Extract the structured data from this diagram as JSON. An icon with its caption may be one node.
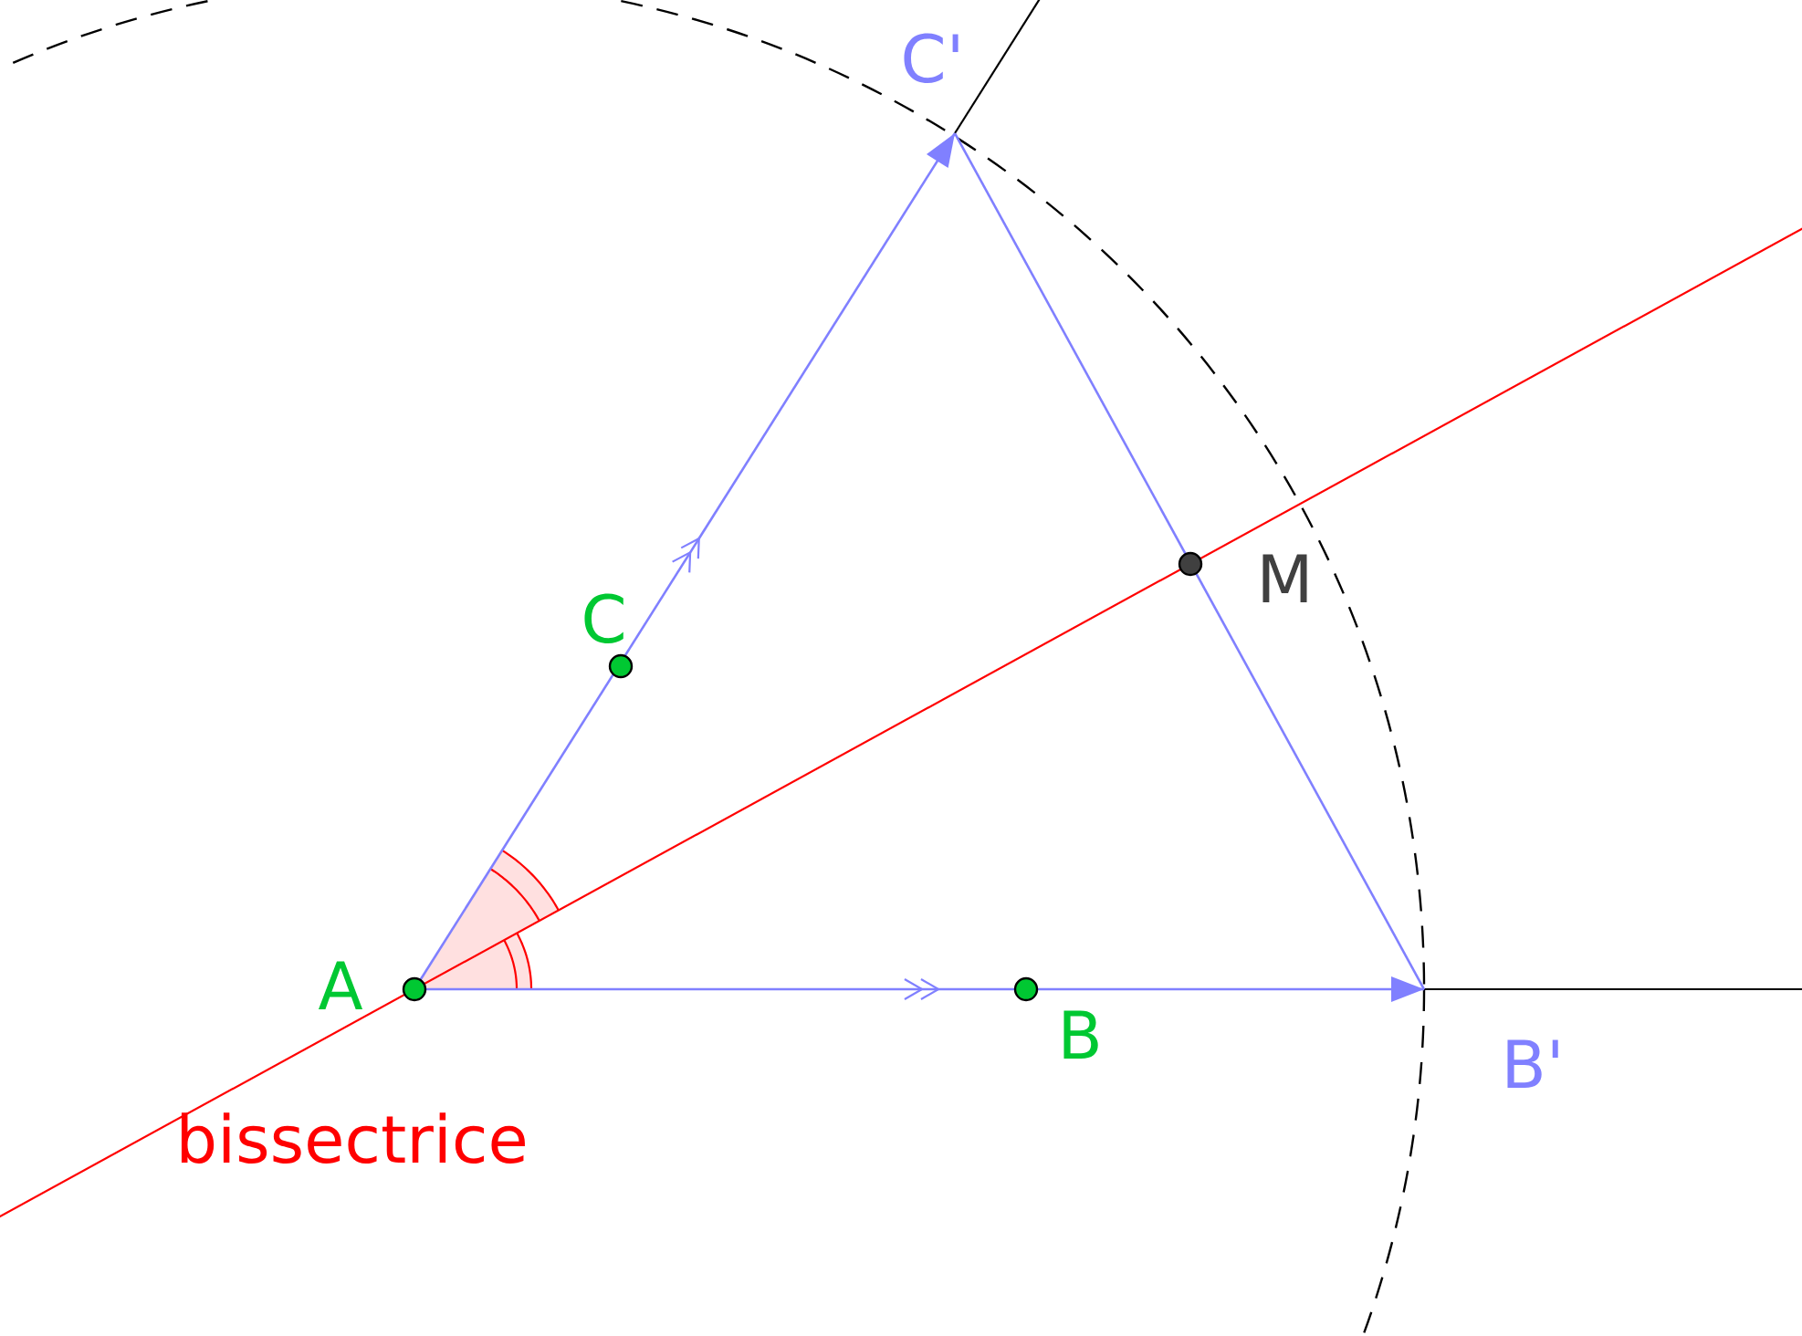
{
  "diagram": {
    "labels": [
      "C'",
      "C",
      "M",
      "A",
      "B",
      "B'",
      "bissectrice"
    ]
  }
}
